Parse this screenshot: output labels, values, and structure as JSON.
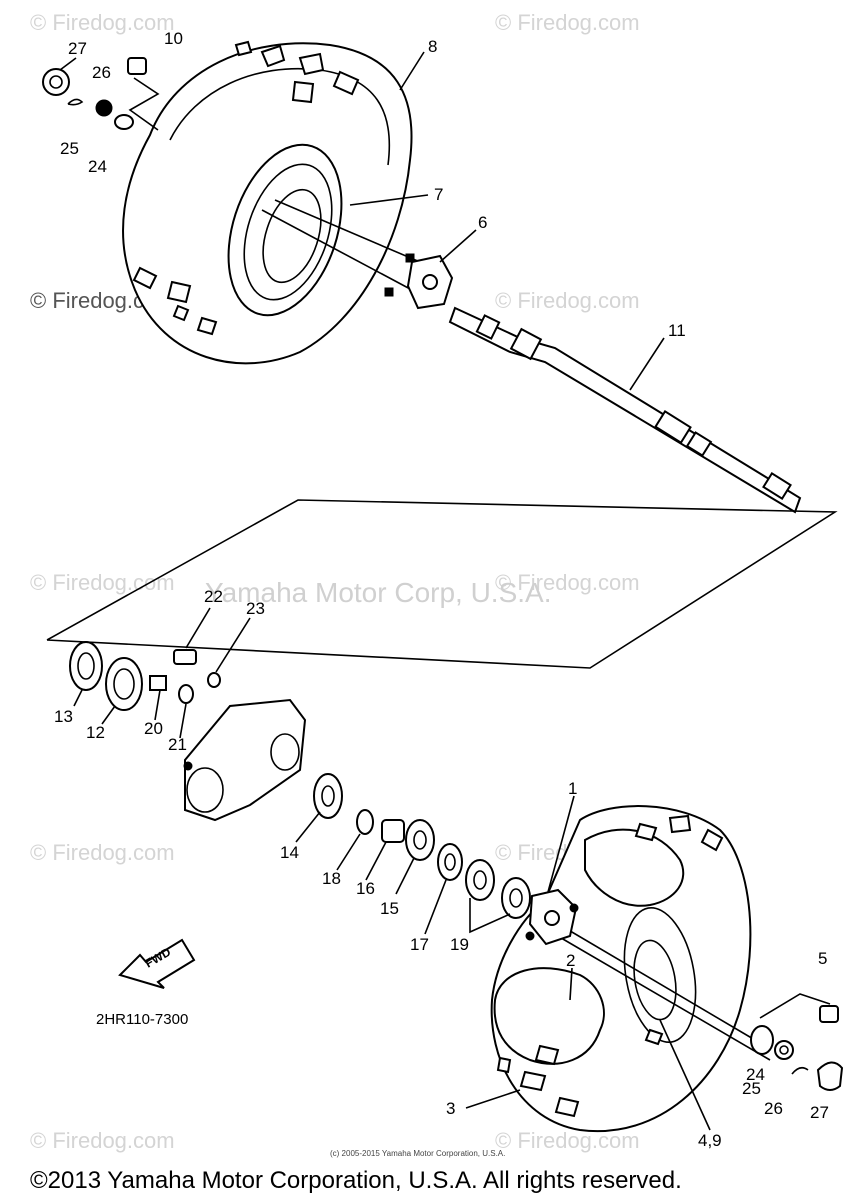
{
  "watermarks": {
    "brand": "© Firedog.com",
    "center": "Yamaha Motor Corp, U.S.A."
  },
  "callouts": {
    "c1": "1",
    "c2": "2",
    "c3": "3",
    "c4_9": "4,9",
    "c5": "5",
    "c6": "6",
    "c7": "7",
    "c8": "8",
    "c10": "10",
    "c11": "11",
    "c12": "12",
    "c13": "13",
    "c14": "14",
    "c15": "15",
    "c16": "16",
    "c17": "17",
    "c18": "18",
    "c19": "19",
    "c20": "20",
    "c21": "21",
    "c22": "22",
    "c23": "23",
    "c24_top": "24",
    "c25_top": "25",
    "c26_top": "26",
    "c27_top": "27",
    "c24_bot": "24",
    "c25_bot": "25",
    "c26_bot": "26",
    "c27_bot": "27"
  },
  "fwd_label": "FWD",
  "diagram_code": "2HR110-7300",
  "small_copyright": "(c) 2005-2015 Yamaha Motor Corporation, U.S.A.",
  "footer_copyright": "©2013 Yamaha Motor Corporation, U.S.A. All rights reserved."
}
